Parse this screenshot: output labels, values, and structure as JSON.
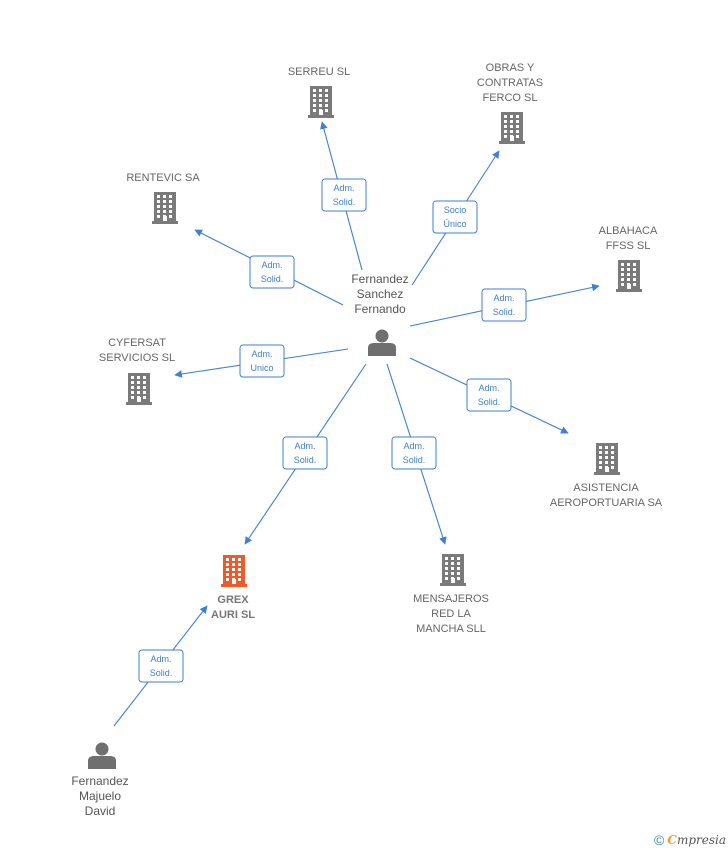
{
  "colors": {
    "company": "#7a7a7a",
    "focus_company": "#f05a28",
    "person": "#6f6f6f",
    "edge": "#3f7fd4"
  },
  "nodes": [
    {
      "id": "serreu",
      "kind": "company",
      "lines": [
        "SERREU SL"
      ],
      "icon": "building-icon"
    },
    {
      "id": "obras",
      "kind": "company",
      "lines": [
        "OBRAS Y",
        "CONTRATAS",
        "FERCO SL"
      ],
      "icon": "building-icon"
    },
    {
      "id": "rentevic",
      "kind": "company",
      "lines": [
        "RENTEVIC SA"
      ],
      "icon": "building-icon"
    },
    {
      "id": "albahaca",
      "kind": "company",
      "lines": [
        "ALBAHACA",
        "FFSS SL"
      ],
      "icon": "building-icon"
    },
    {
      "id": "cyfersat",
      "kind": "company",
      "lines": [
        "CYFERSAT",
        "SERVICIOS SL"
      ],
      "icon": "building-icon"
    },
    {
      "id": "asistencia",
      "kind": "company",
      "lines": [
        "ASISTENCIA",
        "AEROPORTUARIA SA"
      ],
      "icon": "building-icon"
    },
    {
      "id": "grex",
      "kind": "focus",
      "lines": [
        "GREX",
        "AURI SL"
      ],
      "icon": "building-icon"
    },
    {
      "id": "mensajeros",
      "kind": "company",
      "lines": [
        "MENSAJEROS",
        "RED LA",
        "MANCHA SLL"
      ],
      "icon": "building-icon"
    },
    {
      "id": "fernandez_sanchez",
      "kind": "person",
      "lines": [
        "Fernandez",
        "Sanchez",
        "Fernando"
      ],
      "icon": "person-icon"
    },
    {
      "id": "fernandez_majuelo",
      "kind": "person",
      "lines": [
        "Fernandez",
        "Majuelo",
        "David"
      ],
      "icon": "person-icon"
    }
  ],
  "edges": [
    {
      "from": "fernandez_sanchez",
      "to": "serreu",
      "lines": [
        "Adm.",
        "Solid."
      ]
    },
    {
      "from": "fernandez_sanchez",
      "to": "obras",
      "lines": [
        "Socio",
        "Único"
      ]
    },
    {
      "from": "fernandez_sanchez",
      "to": "rentevic",
      "lines": [
        "Adm.",
        "Solid."
      ]
    },
    {
      "from": "fernandez_sanchez",
      "to": "albahaca",
      "lines": [
        "Adm.",
        "Solid."
      ]
    },
    {
      "from": "fernandez_sanchez",
      "to": "cyfersat",
      "lines": [
        "Adm.",
        "Unico"
      ]
    },
    {
      "from": "fernandez_sanchez",
      "to": "asistencia",
      "lines": [
        "Adm.",
        "Solid."
      ]
    },
    {
      "from": "fernandez_sanchez",
      "to": "grex",
      "lines": [
        "Adm.",
        "Solid."
      ]
    },
    {
      "from": "fernandez_sanchez",
      "to": "mensajeros",
      "lines": [
        "Adm.",
        "Solid."
      ]
    },
    {
      "from": "fernandez_majuelo",
      "to": "grex",
      "lines": [
        "Adm.",
        "Solid."
      ]
    }
  ],
  "footer": {
    "copyright_symbol": "©",
    "brand_initial": "C",
    "brand_rest": "mpresia"
  }
}
